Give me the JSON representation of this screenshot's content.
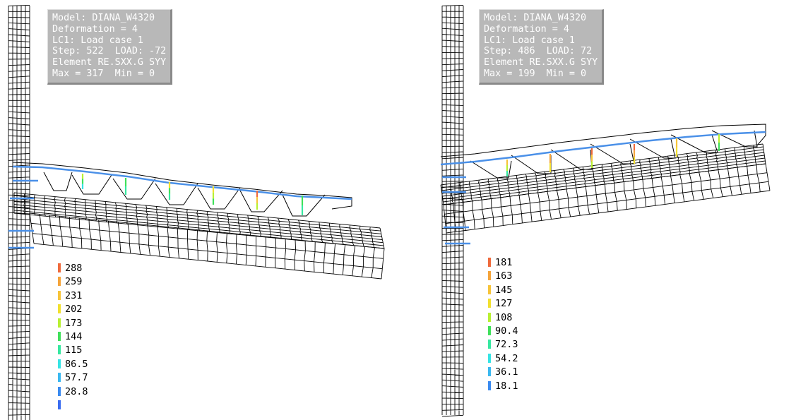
{
  "panels": [
    {
      "info": {
        "model": "Model: DIANA_W4320",
        "deformation": "Deformation = 4",
        "load_case": "LC1: Load case 1",
        "step": "Step: 522  LOAD: -72",
        "element": "Element RE.SXX.G SYY",
        "range": "Max = 317  Min = 0"
      },
      "legend": [
        "288",
        "259",
        "231",
        "202",
        "173",
        "144",
        "115",
        "86.5",
        "57.7",
        "28.8",
        ""
      ]
    },
    {
      "info": {
        "model": "Model: DIANA_W4320",
        "deformation": "Deformation = 4",
        "load_case": "LC1: Load case 1",
        "step": "Step: 486  LOAD: 72",
        "element": "Element RE.SXX.G SYY",
        "range": "Max = 199  Min = 0"
      },
      "legend": [
        "181",
        "163",
        "145",
        "127",
        "108",
        "90.4",
        "72.3",
        "54.2",
        "36.1",
        "18.1"
      ]
    }
  ],
  "legend_colors": [
    "#ef6a3c",
    "#f5a43a",
    "#f7c43a",
    "#f2e02e",
    "#b8f032",
    "#3fe05a",
    "#36e8a0",
    "#36e4e4",
    "#3ab8f0",
    "#3a8af0",
    "#3a6cf0"
  ],
  "rebar_color": "#4a90e8"
}
